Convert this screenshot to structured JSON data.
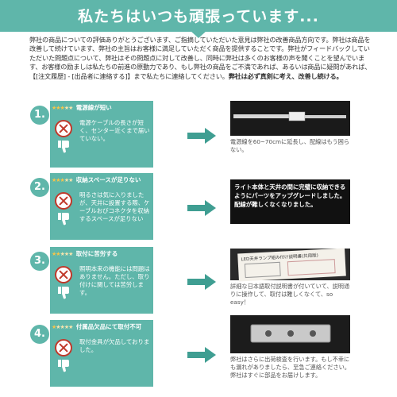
{
  "banner": {
    "title": "私たちはいつも頑張っています..."
  },
  "intro": {
    "text": "弊社の商品についての評価ありがとうございます、ご指摘していただいた意見は弊社の改善商品方向です。弊社は商品を改善して続けています、弊社の主旨はお客様に満足していただく商品を提供することです。弊社がフィードバックしていただいた問題点について、弊社はその問題点に対して改善し、同時に弊社は多くのお客様の声を聞くことを望んでいます、お客様の励ましは私たちの前進の原動力であり、もし弊社の商品をご不満であれば、あるいは商品に疑問があれば、【[注文履歴] - [出品者に連絡する]】まで私たちに連絡してください。",
    "bold_text": "弊社は必ず真剣に考え、改善し続ける。"
  },
  "rows": [
    {
      "number": "1.",
      "stars_on": "★★★",
      "stars_off": "★★",
      "label": "電源線が短い",
      "body": "電源ケーブルの長さが短く、センター近くまで届いていない。",
      "caption": "電源線を60~70cmに延長し、配線はもう困らない。"
    },
    {
      "number": "2.",
      "stars_on": "★★★",
      "stars_off": "★★",
      "label": "収納スペースが足りない",
      "body": "明るさは気に入りましたが、天井に設置する際、ケーブルおびコネクタを収納するスペースが足りない",
      "black_text": "ライト本体と天井の間に完璧に収納できるようにパーツをアップグレードしました。配線が難しくなくなりました。"
    },
    {
      "number": "3.",
      "stars_on": "★★",
      "stars_off": "★★★",
      "label": "取付に苦労する",
      "body": "照明本来の機能には問題はありません。ただし、取り付けに関しては苦労します。",
      "manual_title": "LED天井ランプ組み付け説明書(共用版)",
      "caption": "詳細な日本語取付説明書が付いていて、説明通りに操作して、取付は難しくなくて、so easy！"
    },
    {
      "number": "4.",
      "stars_on": "★",
      "stars_off": "★★★★",
      "label": "付属品欠品にて取付不可",
      "body": "取付金具が欠品しておりました。",
      "caption": "弊社はさらに出荷検査を行います。もし不幸にも漏れがありましたら、至急ご連絡ください。弊社はすぐに部品をお届けします。"
    }
  ]
}
